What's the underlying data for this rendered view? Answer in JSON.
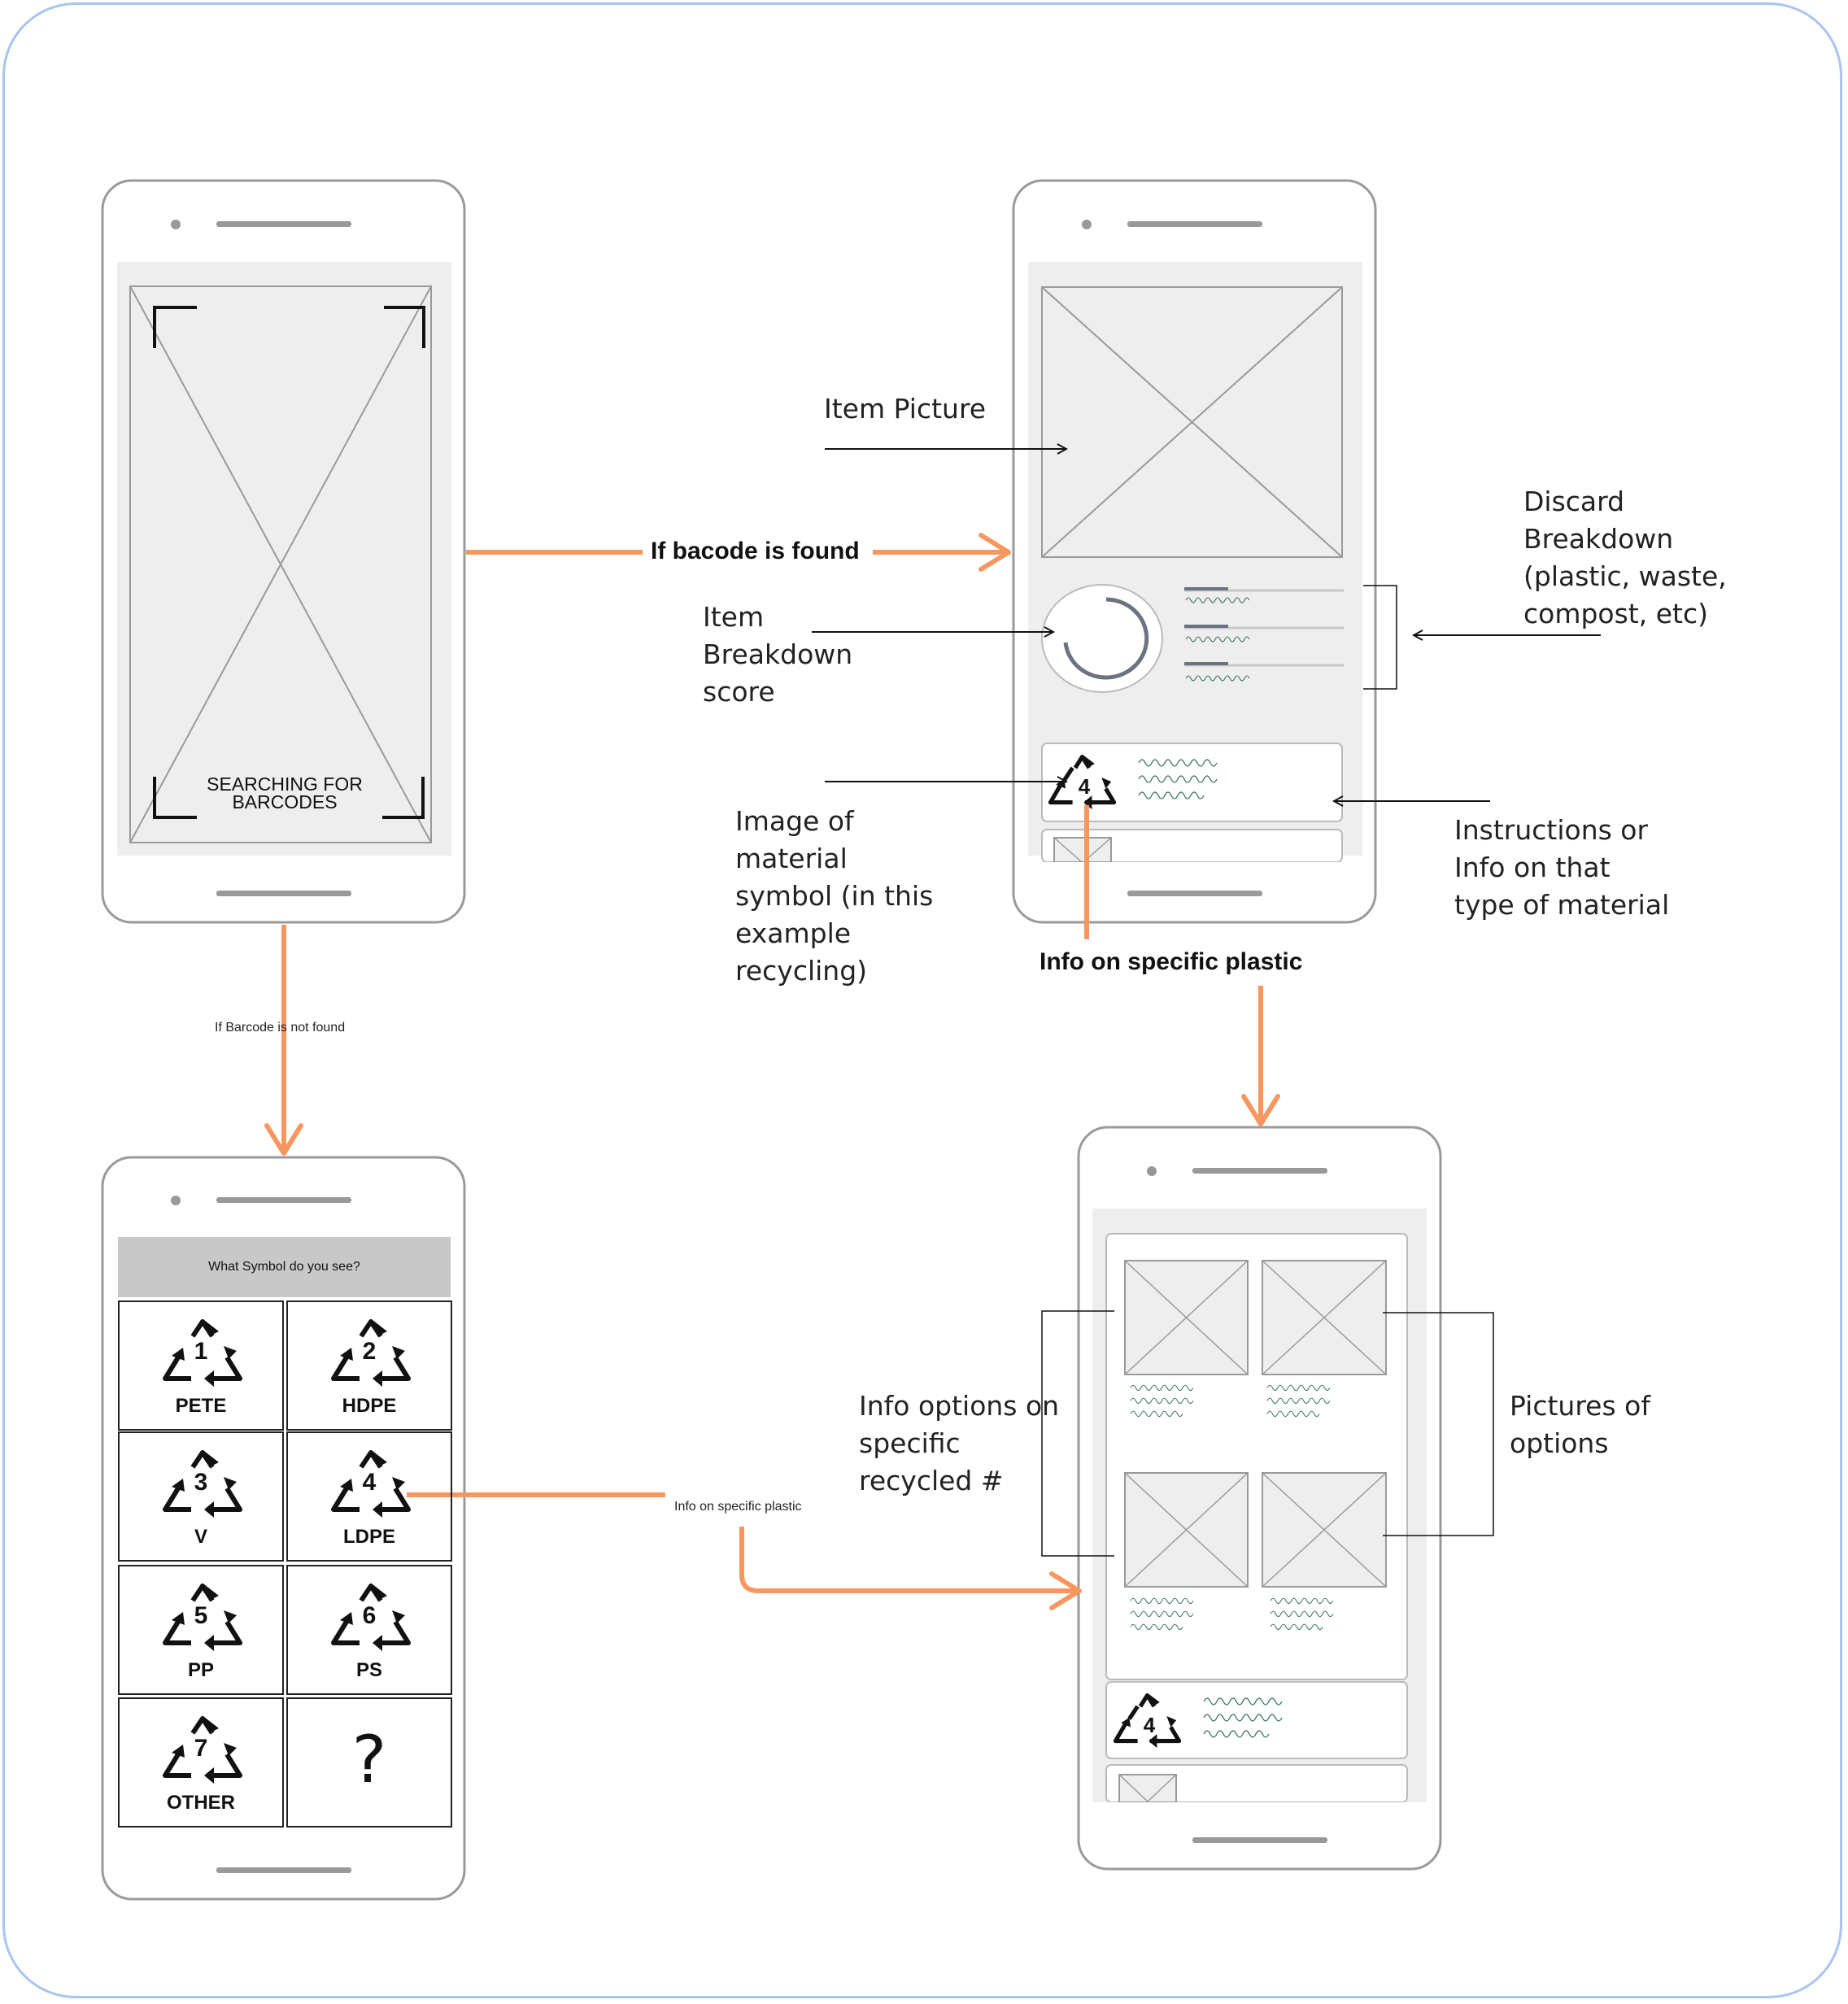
{
  "scanner": {
    "status_text": "SEARCHING FOR\nBARCODES"
  },
  "flow": {
    "barcode_found": "If bacode is found",
    "barcode_not_found": "If Barcode is not found",
    "info_specific_plastic_top": "Info on specific plastic",
    "info_specific_plastic_bottom": "Info on specific plastic"
  },
  "annotations": {
    "item_picture": "Item Picture",
    "item_breakdown_score": "Item\nBreakdown\nscore",
    "discard_breakdown": "Discard\nBreakdown\n(plastic, waste,\ncompost, etc)",
    "image_material_symbol": "Image of\nmaterial\nsymbol (in this\nexample\nrecycling)",
    "instructions_info": "Instructions or\nInfo on that\ntype of material",
    "info_options": "Info options on\nspecific\nrecycled #",
    "pictures_of_options": "Pictures of\noptions"
  },
  "symbol_picker": {
    "question": "What Symbol do you see?",
    "symbols": [
      {
        "number": "1",
        "label": "PETE"
      },
      {
        "number": "2",
        "label": "HDPE"
      },
      {
        "number": "3",
        "label": "V"
      },
      {
        "number": "4",
        "label": "LDPE"
      },
      {
        "number": "5",
        "label": "PP"
      },
      {
        "number": "6",
        "label": "PS"
      },
      {
        "number": "7",
        "label": "OTHER"
      }
    ],
    "unknown": "?"
  },
  "result_screen": {
    "material_number": "4"
  },
  "detail_screen": {
    "material_number": "4"
  },
  "colors": {
    "flow_arrow": "#f7975f",
    "wire_fill": "#eeeeee",
    "wire_stroke": "#9a9a9a",
    "frame": "#a9c4ef"
  },
  "icons": [
    "recycle-triangle-icon",
    "placeholder-image-icon",
    "score-ring-icon"
  ]
}
